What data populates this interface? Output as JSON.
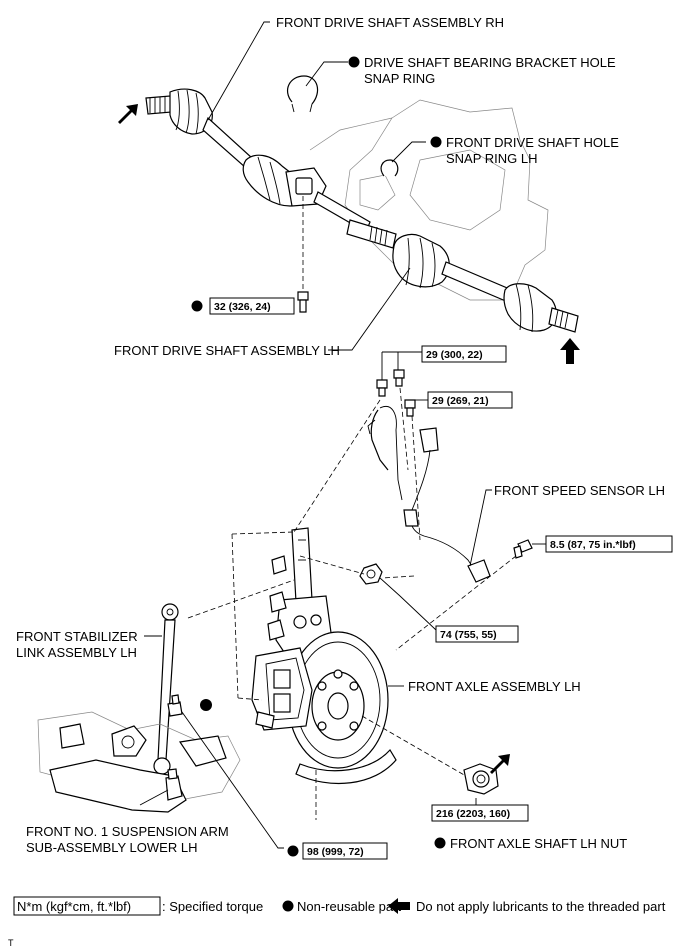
{
  "labels": {
    "drive_shaft_rh": "FRONT DRIVE SHAFT ASSEMBLY RH",
    "bearing_snap_ring_1": "DRIVE SHAFT BEARING BRACKET HOLE",
    "bearing_snap_ring_2": "SNAP RING",
    "hole_snap_ring_1": "FRONT DRIVE SHAFT HOLE",
    "hole_snap_ring_2": "SNAP RING LH",
    "drive_shaft_lh": "FRONT DRIVE SHAFT ASSEMBLY LH",
    "speed_sensor": "FRONT SPEED SENSOR LH",
    "stabilizer_1": "FRONT STABILIZER",
    "stabilizer_2": "LINK ASSEMBLY LH",
    "axle_assembly": "FRONT AXLE ASSEMBLY LH",
    "suspension_arm_1": "FRONT NO. 1 SUSPENSION ARM",
    "suspension_arm_2": "SUB-ASSEMBLY LOWER LH",
    "axle_nut": "FRONT AXLE SHAFT LH NUT"
  },
  "torques": {
    "bracket_bolt": "32 (326, 24)",
    "sensor_bracket_bolt_1": "29 (300, 22)",
    "sensor_bracket_bolt_2": "29 (269, 21)",
    "sensor_bolt": "8.5 (87, 75 in.*lbf)",
    "strut_nut": "74 (755, 55)",
    "arm_nut": "98 (999, 72)",
    "axle_nut": "216 (2203, 160)"
  },
  "legend": {
    "torque_unit": "N*m (kgf*cm, ft.*lbf)",
    "torque_desc": ": Specified torque",
    "non_reusable": "Non-reusable part",
    "no_lubricant": "Do not apply lubricants to the threaded part"
  },
  "corner_mark": "T"
}
